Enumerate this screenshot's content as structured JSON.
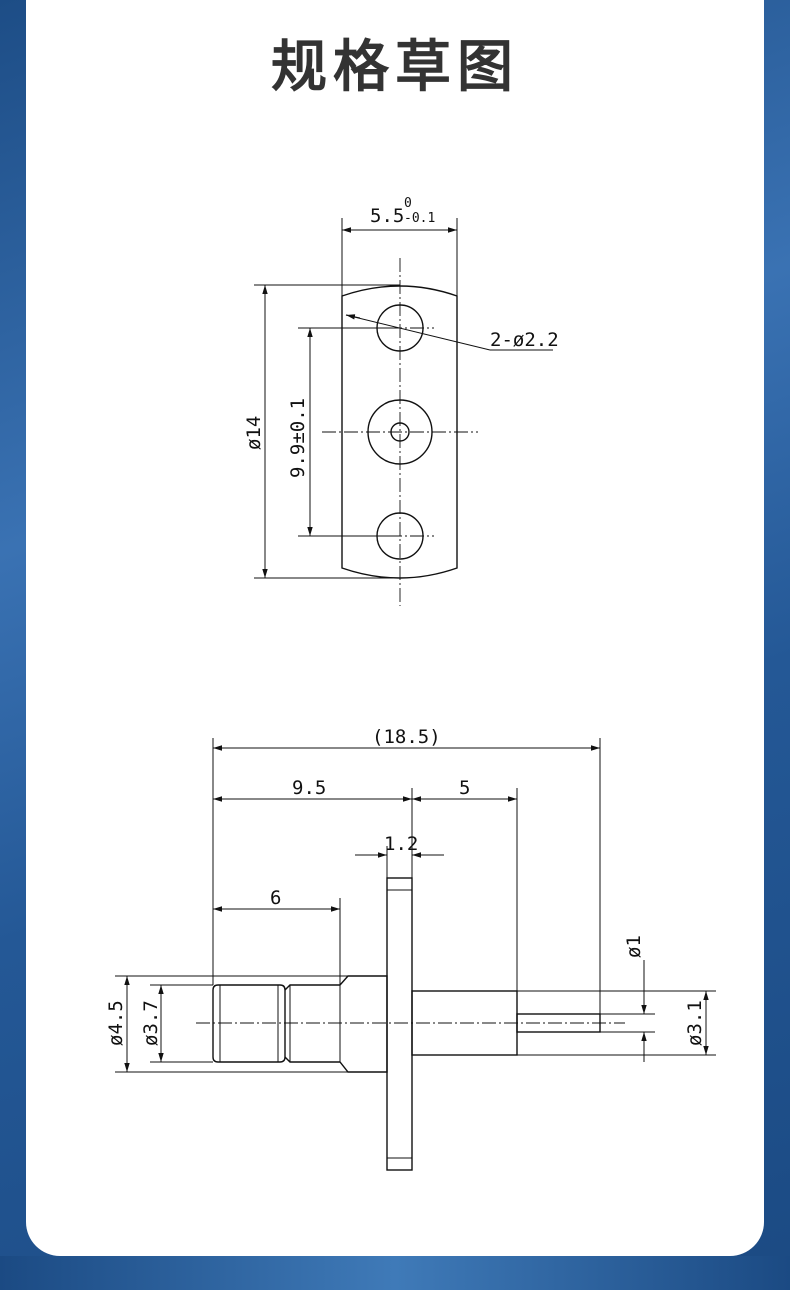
{
  "page": {
    "title": "规格草图"
  },
  "top_view": {
    "width_dim_main": "5.5",
    "width_dim_upper": "0",
    "width_dim_lower": "-0.1",
    "hole_dim": "2-ø2.2",
    "height_dim": "ø14",
    "pitch_dim": "9.9±0.1"
  },
  "side_view": {
    "total_length": "(18.5)",
    "front_length": "9.5",
    "rear_length": "5",
    "flange_thickness": "1.2",
    "front_section": "6",
    "outer_diameter": "ø4.5",
    "inner_diameter": "ø3.7",
    "pin_diameter": "ø1",
    "rear_diameter": "ø3.1"
  }
}
